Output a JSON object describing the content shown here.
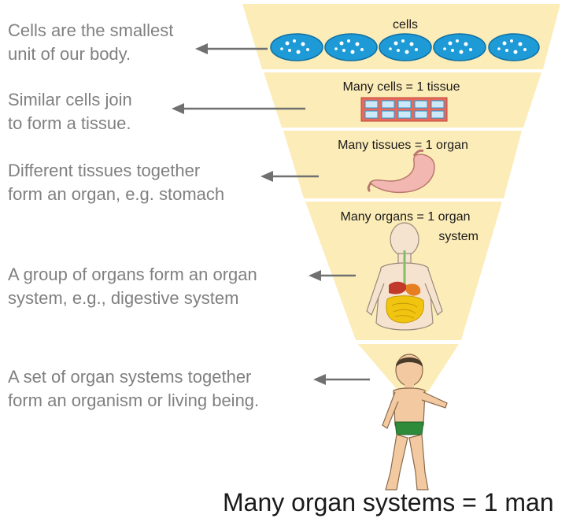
{
  "descriptions": [
    "Cells are the smallest\nunit of our body.",
    "Similar cells join\nto form a tissue.",
    "Different tissues together\nform an organ, e.g. stomach",
    "A group of organs form an organ\nsystem, e.g., digestive system",
    "A set of organ systems together\nform an organism or living being."
  ],
  "tiers": {
    "cells": "cells",
    "tissue": "Many cells = 1 tissue",
    "organ": "Many tissues = 1 organ",
    "organ_system_line1": "Many organs = 1 organ",
    "organ_system_line2": "system"
  },
  "caption": "Many organ systems = 1 man",
  "colors": {
    "tier_fill": "#fcecb8",
    "text_gray": "#808080",
    "arrow": "#707070",
    "cell_blue": "#1e9ad6",
    "tissue_red": "#e8685a"
  }
}
